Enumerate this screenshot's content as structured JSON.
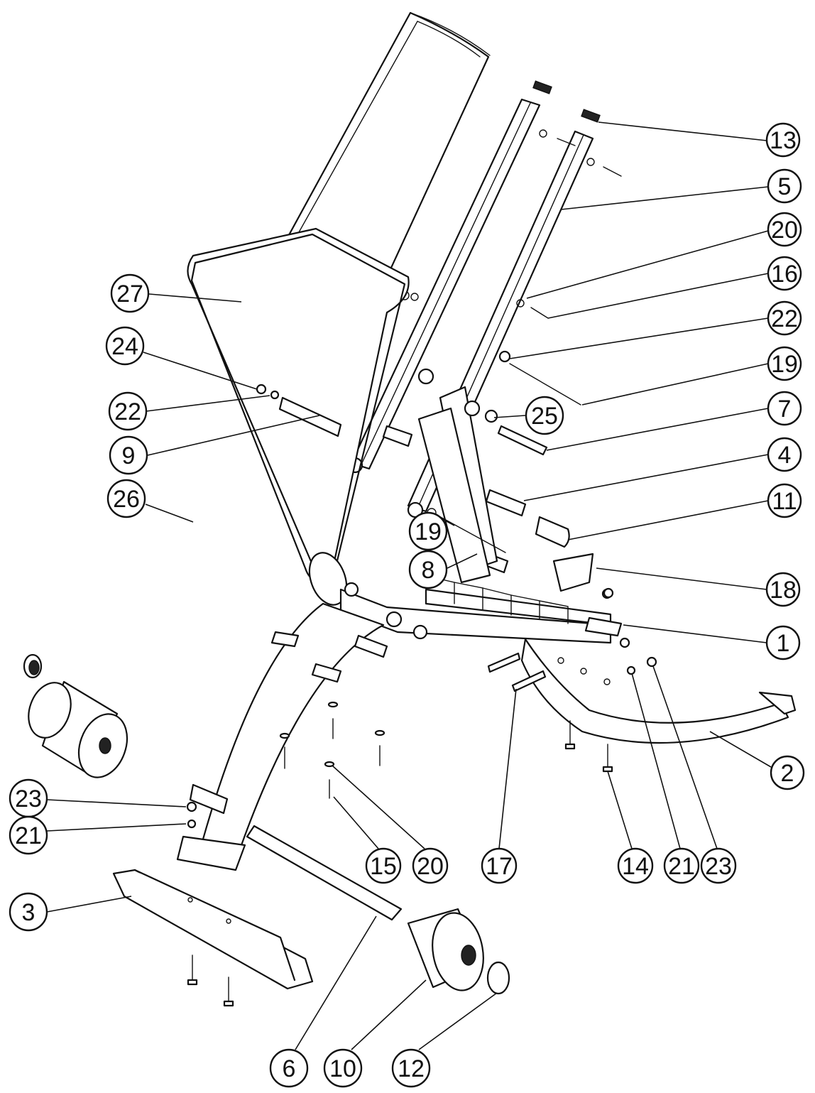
{
  "diagram": {
    "callouts": [
      {
        "id": "c13",
        "label": "13"
      },
      {
        "id": "c5",
        "label": "5"
      },
      {
        "id": "c20a",
        "label": "20"
      },
      {
        "id": "c16",
        "label": "16"
      },
      {
        "id": "c22a",
        "label": "22"
      },
      {
        "id": "c19a",
        "label": "19"
      },
      {
        "id": "c7",
        "label": "7"
      },
      {
        "id": "c4",
        "label": "4"
      },
      {
        "id": "c11",
        "label": "11"
      },
      {
        "id": "c18",
        "label": "18"
      },
      {
        "id": "c1",
        "label": "1"
      },
      {
        "id": "c2",
        "label": "2"
      },
      {
        "id": "c27",
        "label": "27"
      },
      {
        "id": "c24",
        "label": "24"
      },
      {
        "id": "c22b",
        "label": "22"
      },
      {
        "id": "c9",
        "label": "9"
      },
      {
        "id": "c26",
        "label": "26"
      },
      {
        "id": "c25",
        "label": "25"
      },
      {
        "id": "c19b",
        "label": "19"
      },
      {
        "id": "c8",
        "label": "8"
      },
      {
        "id": "c23a",
        "label": "23"
      },
      {
        "id": "c21a",
        "label": "21"
      },
      {
        "id": "c3",
        "label": "3"
      },
      {
        "id": "c15",
        "label": "15"
      },
      {
        "id": "c20b",
        "label": "20"
      },
      {
        "id": "c17",
        "label": "17"
      },
      {
        "id": "c14",
        "label": "14"
      },
      {
        "id": "c21b",
        "label": "21"
      },
      {
        "id": "c23b",
        "label": "23"
      },
      {
        "id": "c6",
        "label": "6"
      },
      {
        "id": "c10",
        "label": "10"
      },
      {
        "id": "c12",
        "label": "12"
      }
    ]
  }
}
